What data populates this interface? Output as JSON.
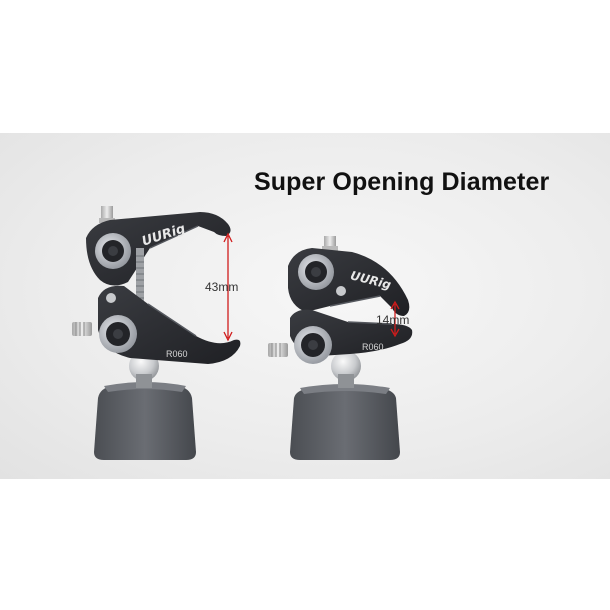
{
  "headline": "Super Opening Diameter",
  "left_clamp": {
    "brand": "UURig",
    "model": "R060",
    "opening_label": "43mm"
  },
  "right_clamp": {
    "brand": "UURig",
    "model": "R060",
    "opening_label": "14mm"
  },
  "colors": {
    "clamp_body": "#2b2d31",
    "base": "#5a5d62",
    "dimension_line": "#d01c1c",
    "background": "#ececec"
  }
}
